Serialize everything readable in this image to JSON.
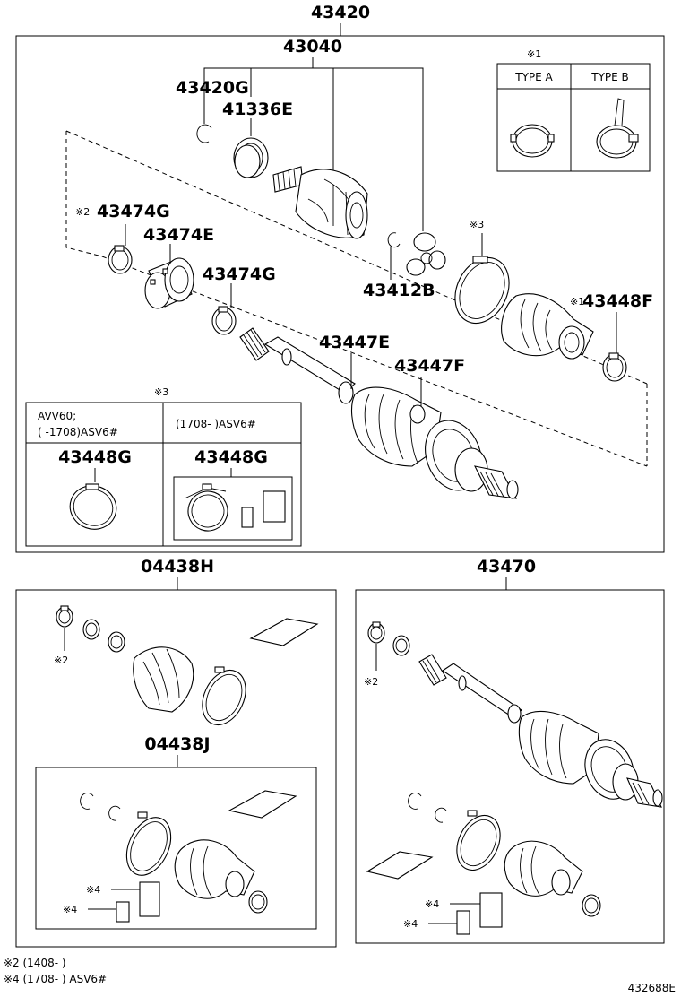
{
  "main_assembly": {
    "top_label": "43420",
    "sub_label": "43040",
    "parts": {
      "p43420G": "43420G",
      "p41336E": "41336E",
      "p43474G_a": "43474G",
      "p43474E": "43474E",
      "p43474G_b": "43474G",
      "p43412B": "43412B",
      "p43447E": "43447E",
      "p43447F": "43447F",
      "p43448F": "43448F"
    },
    "markers": {
      "m2": "※2",
      "m3": "※3",
      "m1": "※1"
    }
  },
  "clamp_types": {
    "marker": "※1",
    "type_a": "TYPE A",
    "type_b": "TYPE B"
  },
  "variant_box": {
    "marker": "※3",
    "left_line1": "AVV60;",
    "left_line2": "(       -1708)ASV6#",
    "right_line1": "(1708-          )ASV6#",
    "left_part": "43448G",
    "right_part": "43448G"
  },
  "kit_04438H": {
    "label": "04438H",
    "marker": "※2"
  },
  "kit_04438J": {
    "label": "04438J",
    "marker_a": "※4",
    "marker_b": "※4"
  },
  "kit_43470": {
    "label": "43470",
    "marker": "※2",
    "marker_a": "※4",
    "marker_b": "※4"
  },
  "footnotes": {
    "note2": "※2 (1408-          )",
    "note4": "※4 (1708-          ) ASV6#"
  },
  "illustration_code": "432688E"
}
